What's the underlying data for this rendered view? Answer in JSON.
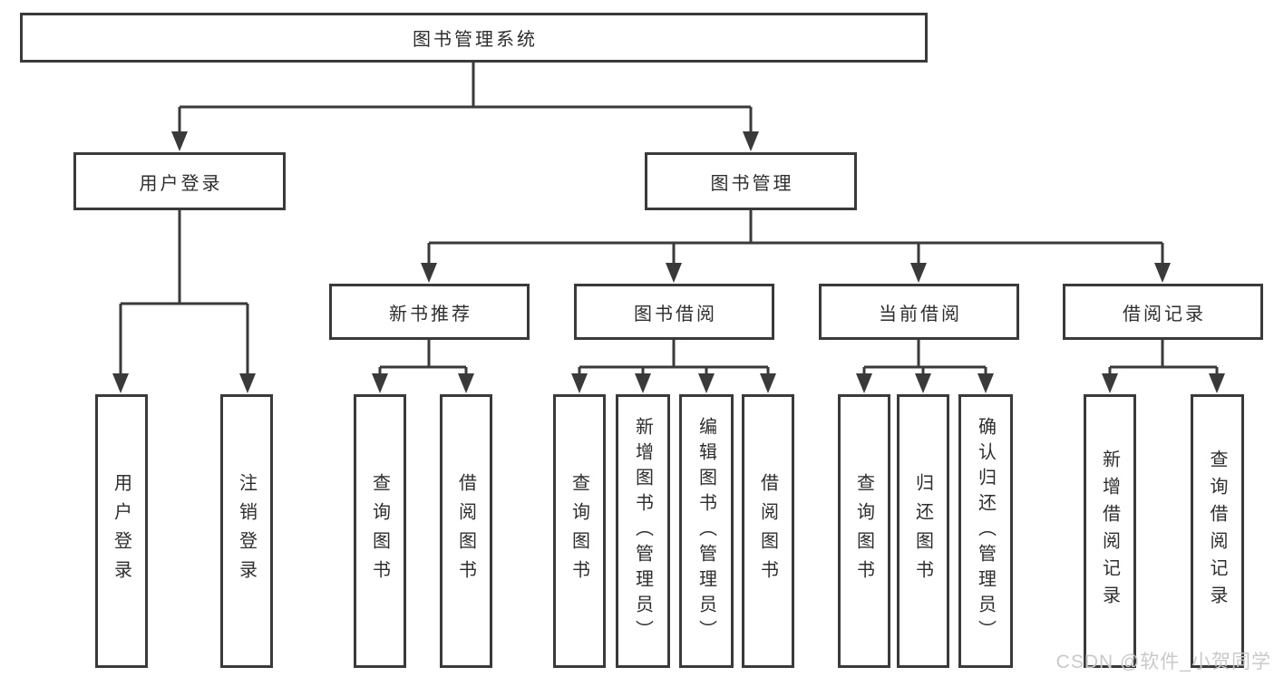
{
  "tree": {
    "label": "图书管理系统",
    "children": [
      {
        "label": "用户登录",
        "children": [
          {
            "label": "用户登录"
          },
          {
            "label": "注销登录"
          }
        ]
      },
      {
        "label": "图书管理",
        "children": [
          {
            "label": "新书推荐",
            "children": [
              {
                "label": "查询图书"
              },
              {
                "label": "借阅图书"
              }
            ]
          },
          {
            "label": "图书借阅",
            "children": [
              {
                "label": "查询图书"
              },
              {
                "label": "新增图书（管理员）"
              },
              {
                "label": "编辑图书（管理员）"
              },
              {
                "label": "借阅图书"
              }
            ]
          },
          {
            "label": "当前借阅",
            "children": [
              {
                "label": "查询图书"
              },
              {
                "label": "归还图书"
              },
              {
                "label": "确认归还（管理员）"
              }
            ]
          },
          {
            "label": "借阅记录",
            "children": [
              {
                "label": "新增借阅记录"
              },
              {
                "label": "查询借阅记录"
              }
            ]
          }
        ]
      }
    ]
  },
  "watermark": {
    "text": "CSDN @软件_小贺同学"
  },
  "colors": {
    "line": "#3a3a3a",
    "text": "#2e2e2e",
    "background": "#ffffff",
    "watermark": "#c9c9c9"
  }
}
